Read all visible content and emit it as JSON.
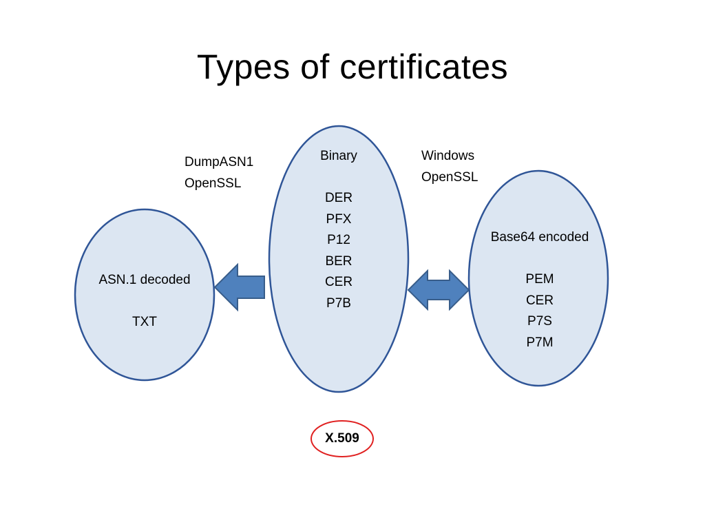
{
  "slide": {
    "title": "Types of certificates"
  },
  "colors": {
    "ellipse_fill": "#dce6f2",
    "ellipse_stroke": "#2f5597",
    "arrow_fill": "#4f81bd",
    "arrow_stroke": "#385d8a",
    "highlight_stroke": "#e02020"
  },
  "nodes": {
    "asn1": {
      "lines": [
        "ASN.1 decoded",
        "",
        "TXT"
      ]
    },
    "binary": {
      "lines": [
        "Binary",
        "",
        "DER",
        "PFX",
        "P12",
        "BER",
        "CER",
        "P7B"
      ]
    },
    "base64": {
      "lines": [
        "Base64 encoded",
        "",
        "PEM",
        "CER",
        "P7S",
        "P7M"
      ]
    }
  },
  "tools": {
    "binary_to_asn1": [
      "DumpASN1",
      "OpenSSL"
    ],
    "binary_to_base64": [
      "Windows",
      "OpenSSL"
    ]
  },
  "standard": {
    "label": "X.509"
  }
}
